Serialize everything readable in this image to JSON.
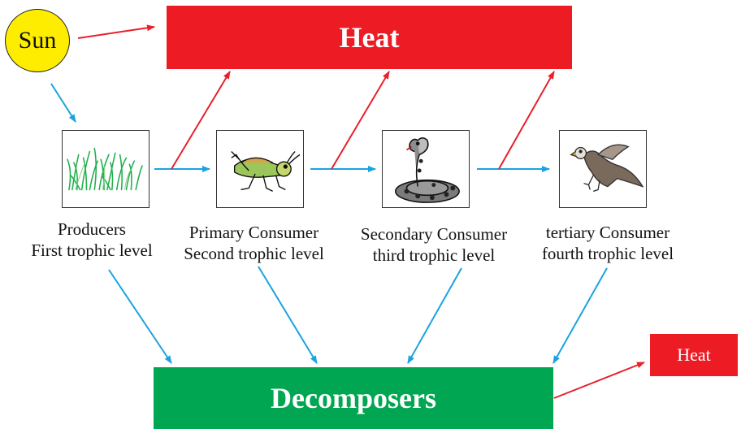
{
  "sun": {
    "label": "Sun"
  },
  "heat_top": {
    "label": "Heat"
  },
  "heat_small": {
    "label": "Heat"
  },
  "decomposers": {
    "label": "Decomposers"
  },
  "levels": [
    {
      "name": "Producers",
      "trophic": "First trophic level",
      "icon": "grass-icon"
    },
    {
      "name": "Primary Consumer",
      "trophic": "Second trophic level",
      "icon": "grasshopper-icon"
    },
    {
      "name": "Secondary Consumer",
      "trophic": "third trophic level",
      "icon": "snake-icon"
    },
    {
      "name": "tertiary Consumer",
      "trophic": "fourth trophic level",
      "icon": "eagle-icon"
    }
  ],
  "colors": {
    "heat": "#ed1c24",
    "decomposers": "#00a651",
    "sun": "#ffed00",
    "energy_arrow": "#1aa3e0",
    "heat_arrow": "#e8202a"
  }
}
